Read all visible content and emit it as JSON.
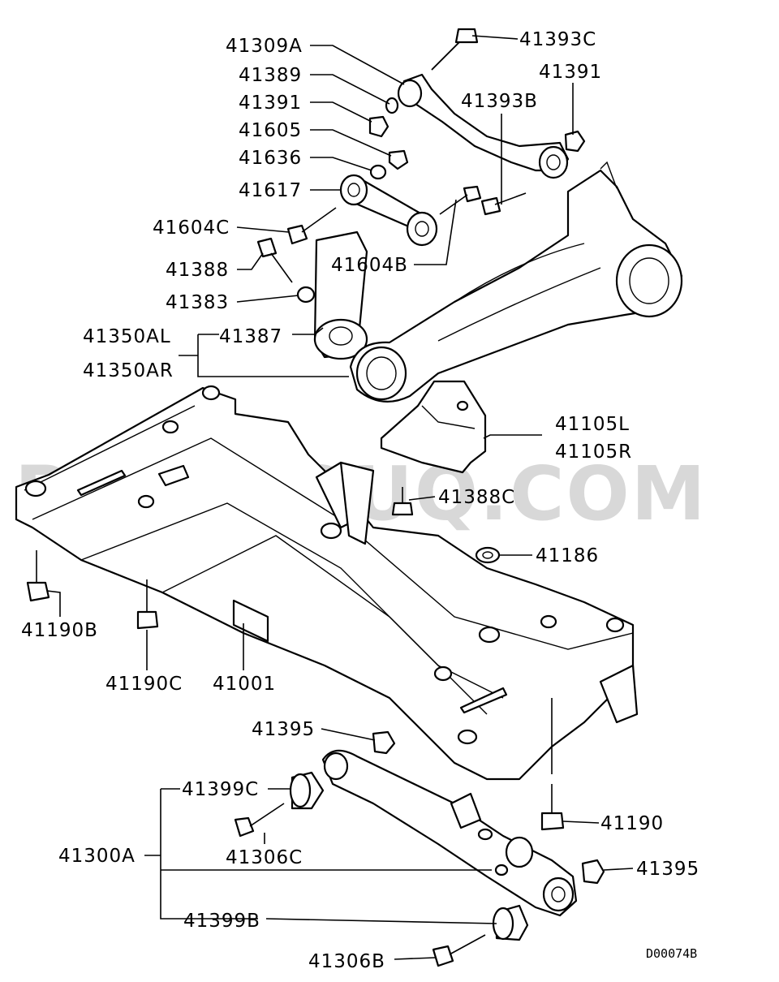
{
  "watermark": "PARTSOUQ.COM",
  "diagram_code": "D00074B",
  "labels": {
    "41309A": "41309A",
    "41389": "41389",
    "41391_left": "41391",
    "41605": "41605",
    "41636": "41636",
    "41617": "41617",
    "41604C": "41604C",
    "41388": "41388",
    "41383": "41383",
    "41350AL": "41350AL",
    "41350AR": "41350AR",
    "41387": "41387",
    "41393C": "41393C",
    "41391_right": "41391",
    "41393B": "41393B",
    "41604B": "41604B",
    "41105L": "41105L",
    "41105R": "41105R",
    "41388C": "41388C",
    "41186": "41186",
    "41190B": "41190B",
    "41190C": "41190C",
    "41001": "41001",
    "41395_top": "41395",
    "41399C": "41399C",
    "41306C": "41306C",
    "41300A": "41300A",
    "41399B": "41399B",
    "41306B": "41306B",
    "41190": "41190",
    "41395_right": "41395"
  }
}
